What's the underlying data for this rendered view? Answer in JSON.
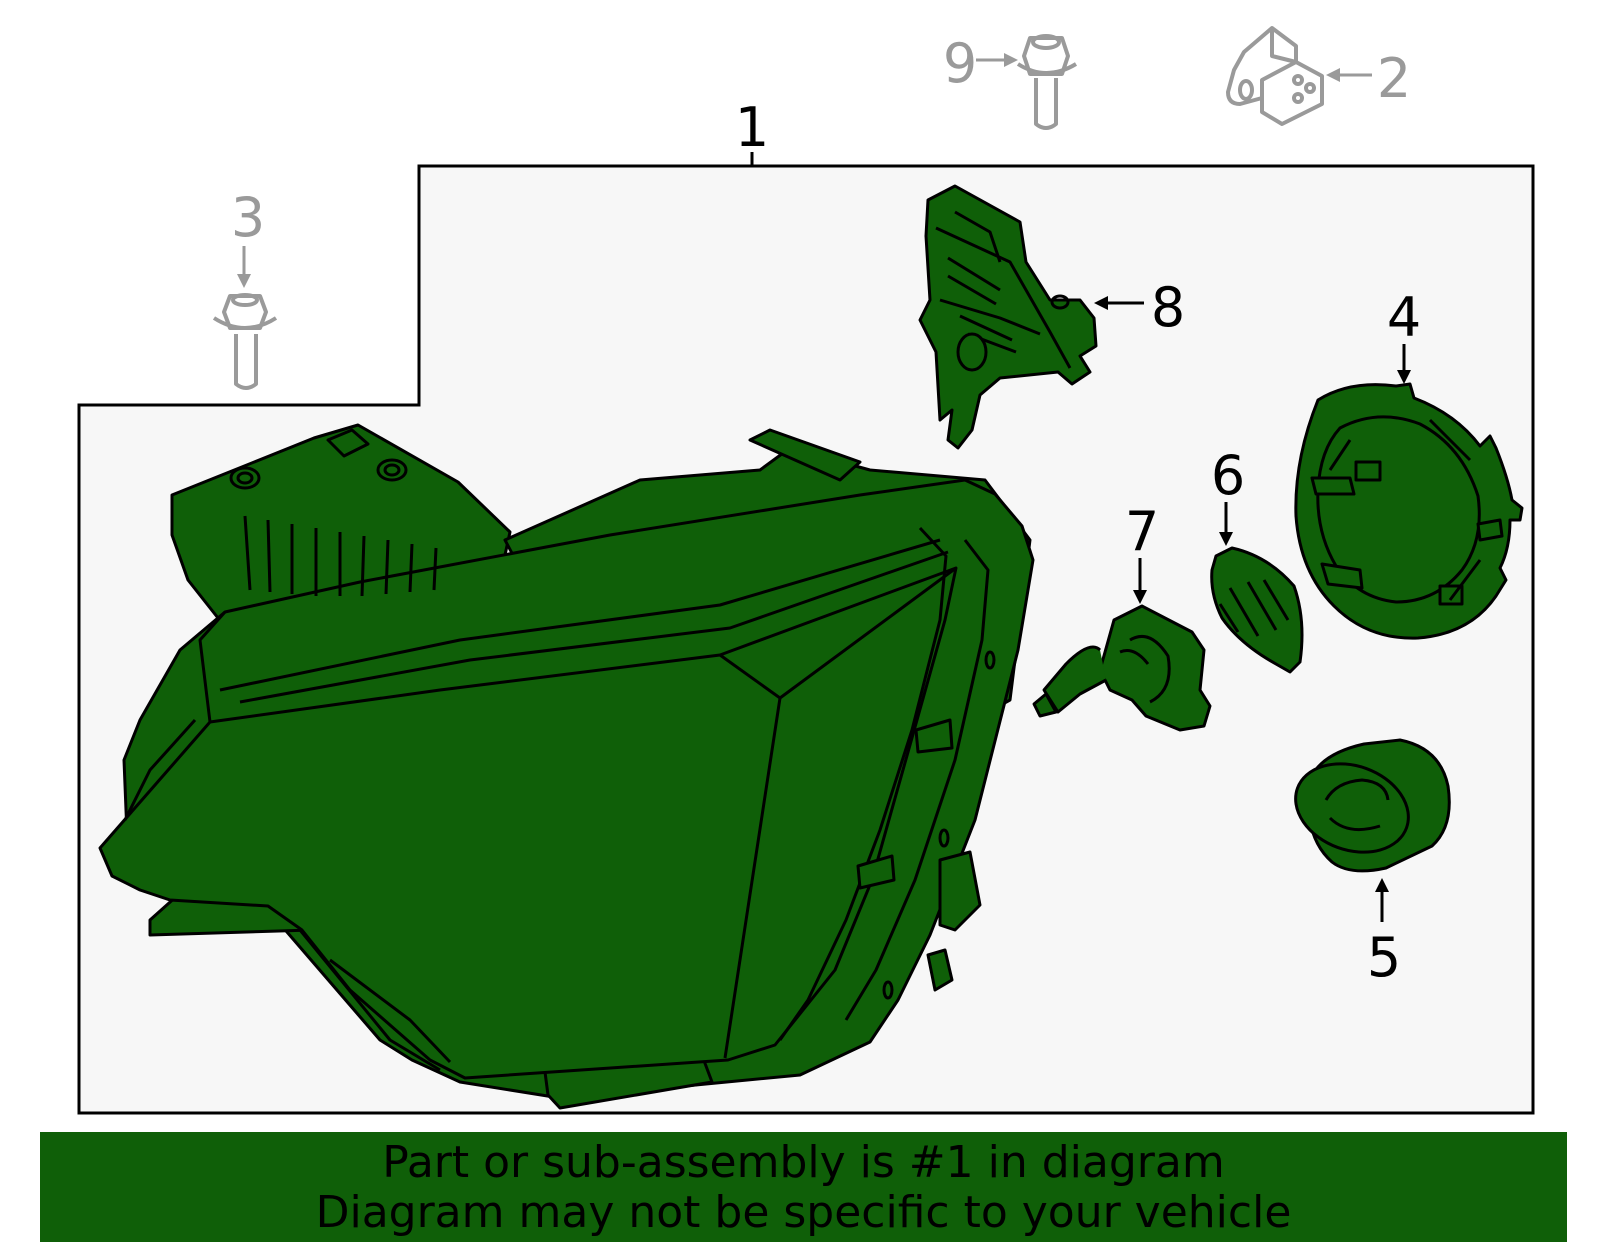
{
  "callouts": {
    "c1": "1",
    "c2": "2",
    "c3": "3",
    "c4": "4",
    "c5": "5",
    "c6": "6",
    "c7": "7",
    "c8": "8",
    "c9": "9"
  },
  "banner": {
    "line1": "Part or sub-assembly is #1 in diagram",
    "line2": "Diagram may not be specific to your vehicle"
  },
  "colors": {
    "highlight": "#0f5f08",
    "outline": "#000000",
    "panel_bg": "#f7f7f7",
    "greyed_part": "#9a9a9a"
  }
}
